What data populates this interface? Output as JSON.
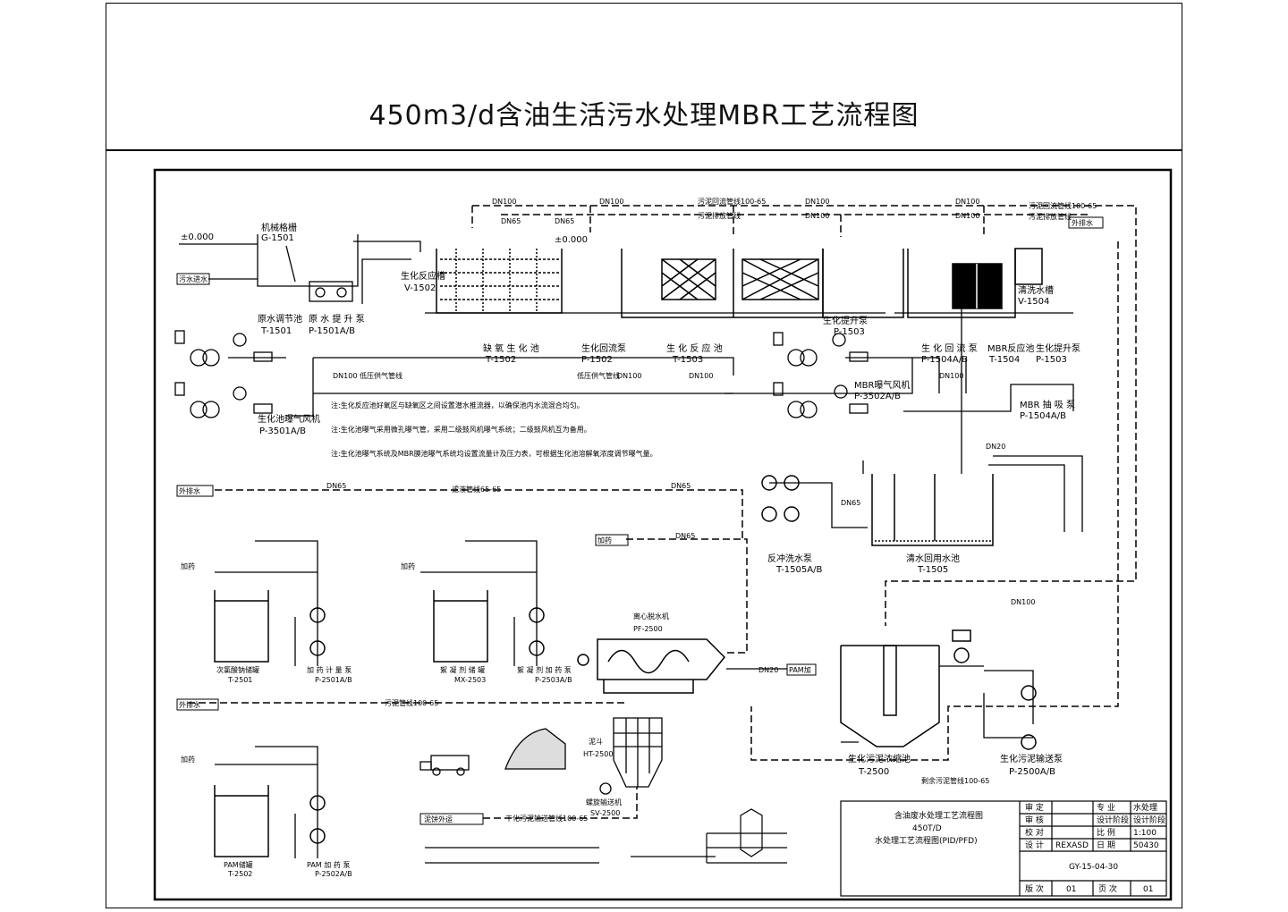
{
  "title": "450m3/d含油生活污水处理MBR工艺流程图",
  "pipes": {
    "dn100": "DN100",
    "dn65": "DN65",
    "dn20": "DN20",
    "return_sludge": "污泥回流管线100-65",
    "sludge_line": "污泥排放管线",
    "low_pressure_air": "低压供气管线",
    "filtrate_line": "滤液管线65-65",
    "sludge_out": "污泥管线100-65",
    "dried_sludge": "干化污泥输送管线100-65",
    "waste_sludge": "剩余污泥管线100-65"
  },
  "external": {
    "raw_water_in": "污水进水",
    "to_outside": "外排水",
    "ground_level": "±0.000",
    "ground_level2": "±0.000",
    "chemical_in": "加药",
    "pam": "PAM加",
    "to_truck": "泥饼外运"
  },
  "equipment": {
    "screen": {
      "name": "机械格栅",
      "tag": "G-1501"
    },
    "raw_tank": {
      "name": "原水调节池",
      "tag": "T-1501"
    },
    "raw_pump": {
      "name": "原 水 提 升 泵",
      "tag": "P-1501A/B"
    },
    "bio_tank": {
      "name": "生化反应槽",
      "tag": "V-1502"
    },
    "anoxic": {
      "name": "缺 氧 生 化 池",
      "tag": "T-1502"
    },
    "return_pump": {
      "name": "生化回流泵",
      "tag": "P-1502"
    },
    "aer_tank": {
      "name": "生 化 反 应 池",
      "tag": "T-1503"
    },
    "bio_pump": {
      "name": "生化提升泵",
      "tag": "P-1503"
    },
    "recirc": {
      "name": "生 化 回 流 泵",
      "tag": "P-1504A/B"
    },
    "mbr_tank": {
      "name": "MBR反应池",
      "tag": "T-1504"
    },
    "mbr_pump": {
      "name": "生化提升泵",
      "tag": "P-1503"
    },
    "clean_tank": {
      "name": "清洗水槽",
      "tag": "V-1504"
    },
    "blower1": {
      "name": "生化池曝气风机",
      "tag": "P-3501A/B"
    },
    "blower2": {
      "name": "MBR曝气风机",
      "tag": "P-3502A/B"
    },
    "mbr_suction": {
      "name": "MBR 抽 吸 泵",
      "tag": "P-1504A/B"
    },
    "backwash_pump": {
      "name": "反冲洗水泵",
      "tag": "T-1505A/B"
    },
    "clean_water_tank": {
      "name": "清水回用水池",
      "tag": "T-1505"
    },
    "dosing1": {
      "name": "次氯酸钠储罐",
      "tag": "T-2501"
    },
    "dosing1_pump": {
      "name": "加 药 计 量 泵",
      "tag": "P-2501A/B"
    },
    "dosing2": {
      "name": "絮 凝 剂 储 罐",
      "tag": "MX-2503"
    },
    "dosing2_pump": {
      "name": "絮 凝 剂 加 药 泵",
      "tag": "P-2503A/B"
    },
    "dosing3": {
      "name": "PAM储罐",
      "tag": "T-2502"
    },
    "dosing3_pump": {
      "name": "PAM 加 药 泵",
      "tag": "P-2502A/B"
    },
    "dewater": {
      "name": "离心脱水机",
      "tag": "PF-2500"
    },
    "hopper": {
      "name": "泥斗",
      "tag": "HT-2500"
    },
    "conveyor": {
      "name": "螺旋输送机",
      "tag": "SV-2500"
    },
    "sludge_tank": {
      "name": "生化污泥浓缩池",
      "tag": "T-2500"
    },
    "sludge_pump": {
      "name": "生化污泥输送泵",
      "tag": "P-2500A/B"
    }
  },
  "notes": {
    "n1": "注:生化反应池好氧区与缺氧区之间设置潜水推流器，以确保池内水流混合均匀。",
    "n2": "注:生化池曝气采用微孔曝气管，采用二级鼓风机曝气系统；二级鼓风机互为备用。",
    "n3": "注:生化池曝气系统及MBR膜池曝气系统均设置流量计及压力表，可根据生化池溶解氧浓度调节曝气量。"
  },
  "title_block": {
    "project": "含油废水处理工艺流程图",
    "capacity": "450T/D",
    "drawing": "水处理工艺流程图(PID/PFD)",
    "rows": [
      {
        "k": "审 定",
        "v": "",
        "k2": "专 业",
        "v2": "水处理"
      },
      {
        "k": "审 核",
        "v": "",
        "k2": "设计阶段",
        "v2": "设计阶段"
      },
      {
        "k": "校 对",
        "v": "",
        "k2": "比 例",
        "v2": "1:100"
      },
      {
        "k": "设 计",
        "v": "REXASD",
        "k2": "日 期",
        "v2": "50430"
      }
    ],
    "drawing_no": "GY-15-04-30",
    "ver_label": "版 次",
    "ver": "01",
    "page_label": "页 次",
    "page": "01"
  }
}
